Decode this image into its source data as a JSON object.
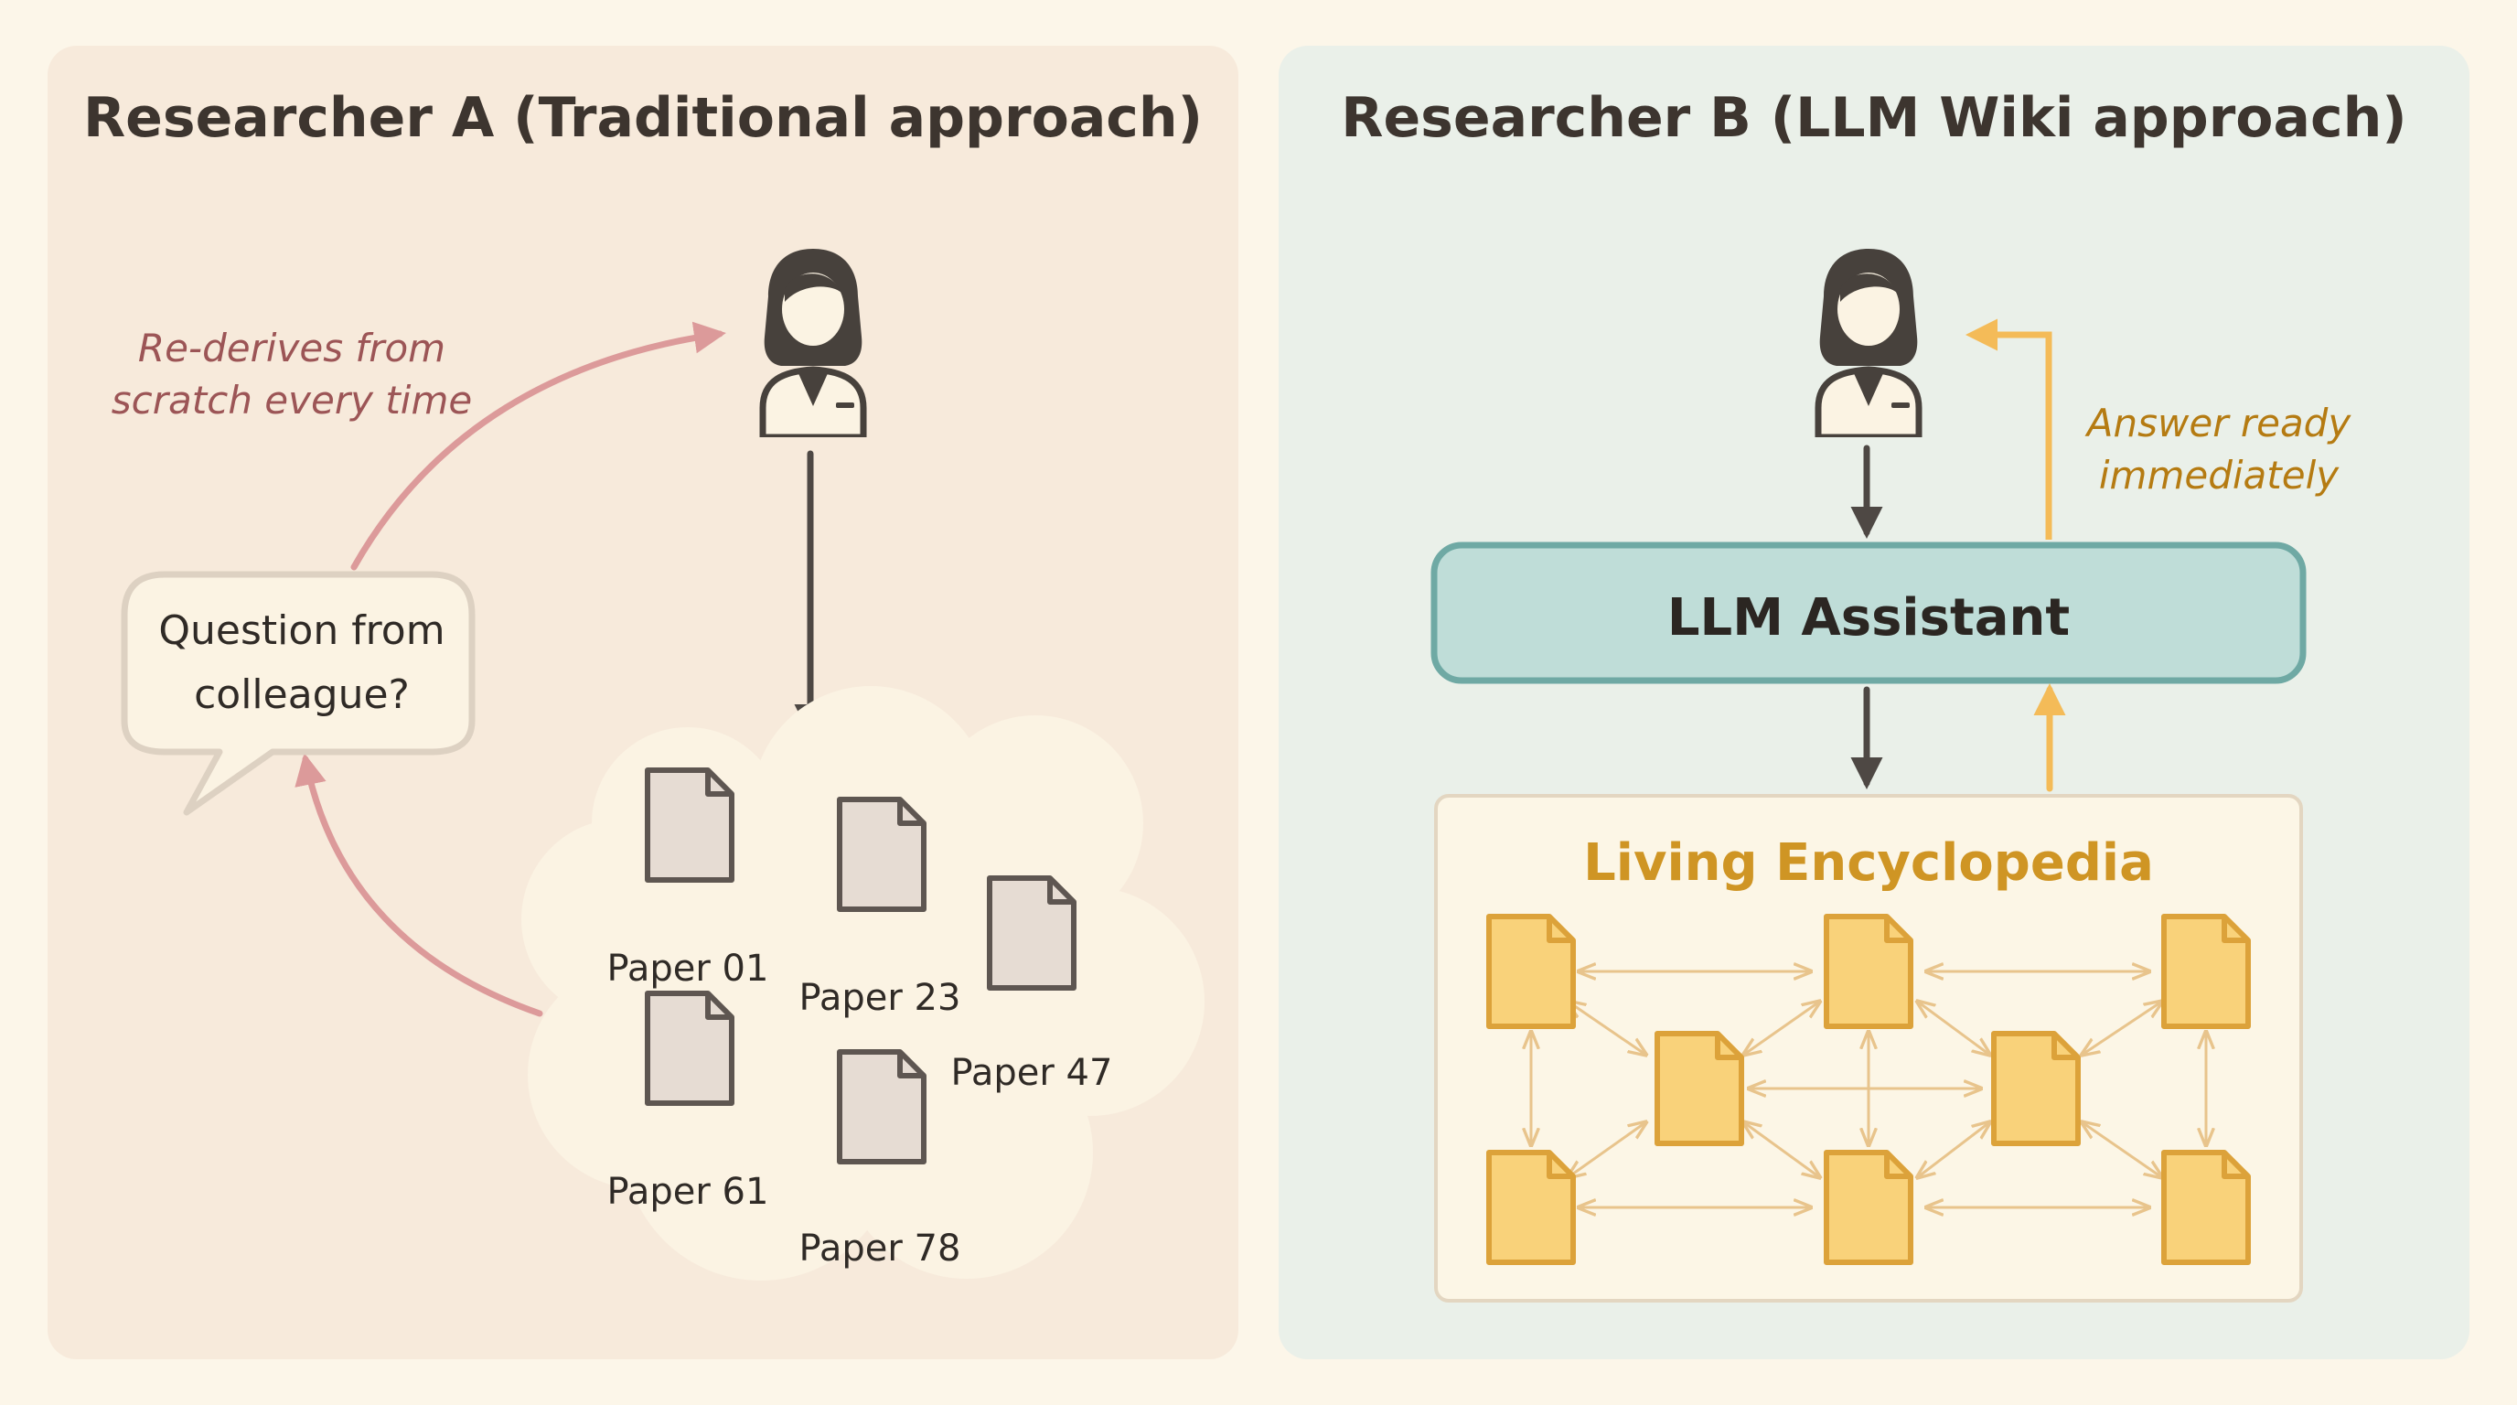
{
  "panel_a": {
    "title": "Researcher A (Traditional approach)",
    "bubble": {
      "line1": "Question from",
      "line2": "colleague?"
    },
    "loop_note": {
      "line1": "Re-derives from",
      "line2": "scratch every time"
    },
    "papers": [
      "Paper 01",
      "Paper 23",
      "Paper 47",
      "Paper 61",
      "Paper 78"
    ]
  },
  "panel_b": {
    "title": "Researcher B (LLM Wiki approach)",
    "assistant_label": "LLM Assistant",
    "answer_note": {
      "line1": "Answer ready",
      "line2": "immediately"
    },
    "encyclopedia_title": "Living Encyclopedia"
  },
  "icons": {
    "researcher": "researcher-person-icon",
    "paper": "document-icon",
    "wiki_page": "wiki-page-icon"
  },
  "colors": {
    "loop_arrow": "#dc9a9a",
    "loop_note_text": "#9c5556",
    "answer_arrow": "#f4bb58",
    "answer_note_text": "#b57b12",
    "assistant_fill": "#bfddd8",
    "assistant_border": "#6fa9a4",
    "wiki_page_fill": "#f9d27a",
    "wiki_page_border": "#dca23a",
    "paper_fill": "#e6dcd3",
    "paper_border": "#5e5651"
  }
}
